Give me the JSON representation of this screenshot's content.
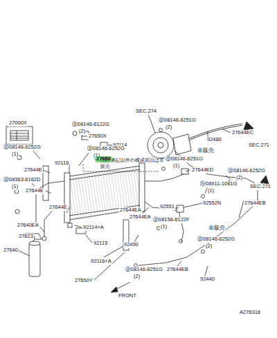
{
  "diagram": {
    "labels": [
      "27000X",
      "Ⓑ08146-6122G",
      "(2)",
      "27650X",
      "92114",
      "Ⓑ08146-6252G",
      "(1)",
      "Ⓑ08146-6252G",
      "(1)",
      "27650",
      "(注) 表記以外の構成部品は非販売",
      "92116",
      "27644E",
      "Ⓑ08363-6162D",
      "(1)",
      "27644E",
      "27644E",
      "27640EA",
      "27623",
      "27640",
      "92114+A",
      "92115",
      "92116+A",
      "27650Y",
      "FRONT",
      "SEC.274",
      "Ⓑ08146-8251G",
      "(2)",
      "92480",
      "27644EC",
      "SEC.271",
      "非販売",
      "Ⓑ08146-8251G",
      "(1)",
      "27644ED",
      "Ⓑ08146-6252G",
      "(2)",
      "SEC.271",
      "Ⓝ08911-1081G",
      "(1)",
      "27644EA",
      "27644EA",
      "92551",
      "Ⓑ08156-6122F",
      "(1)",
      "92552N",
      "92490",
      "Ⓑ08146-8251G",
      "(2)",
      "Ⓑ08146-6252G",
      "(2)",
      "27644EB",
      "27644EB",
      "非販売",
      "92440",
      "A276318"
    ]
  }
}
